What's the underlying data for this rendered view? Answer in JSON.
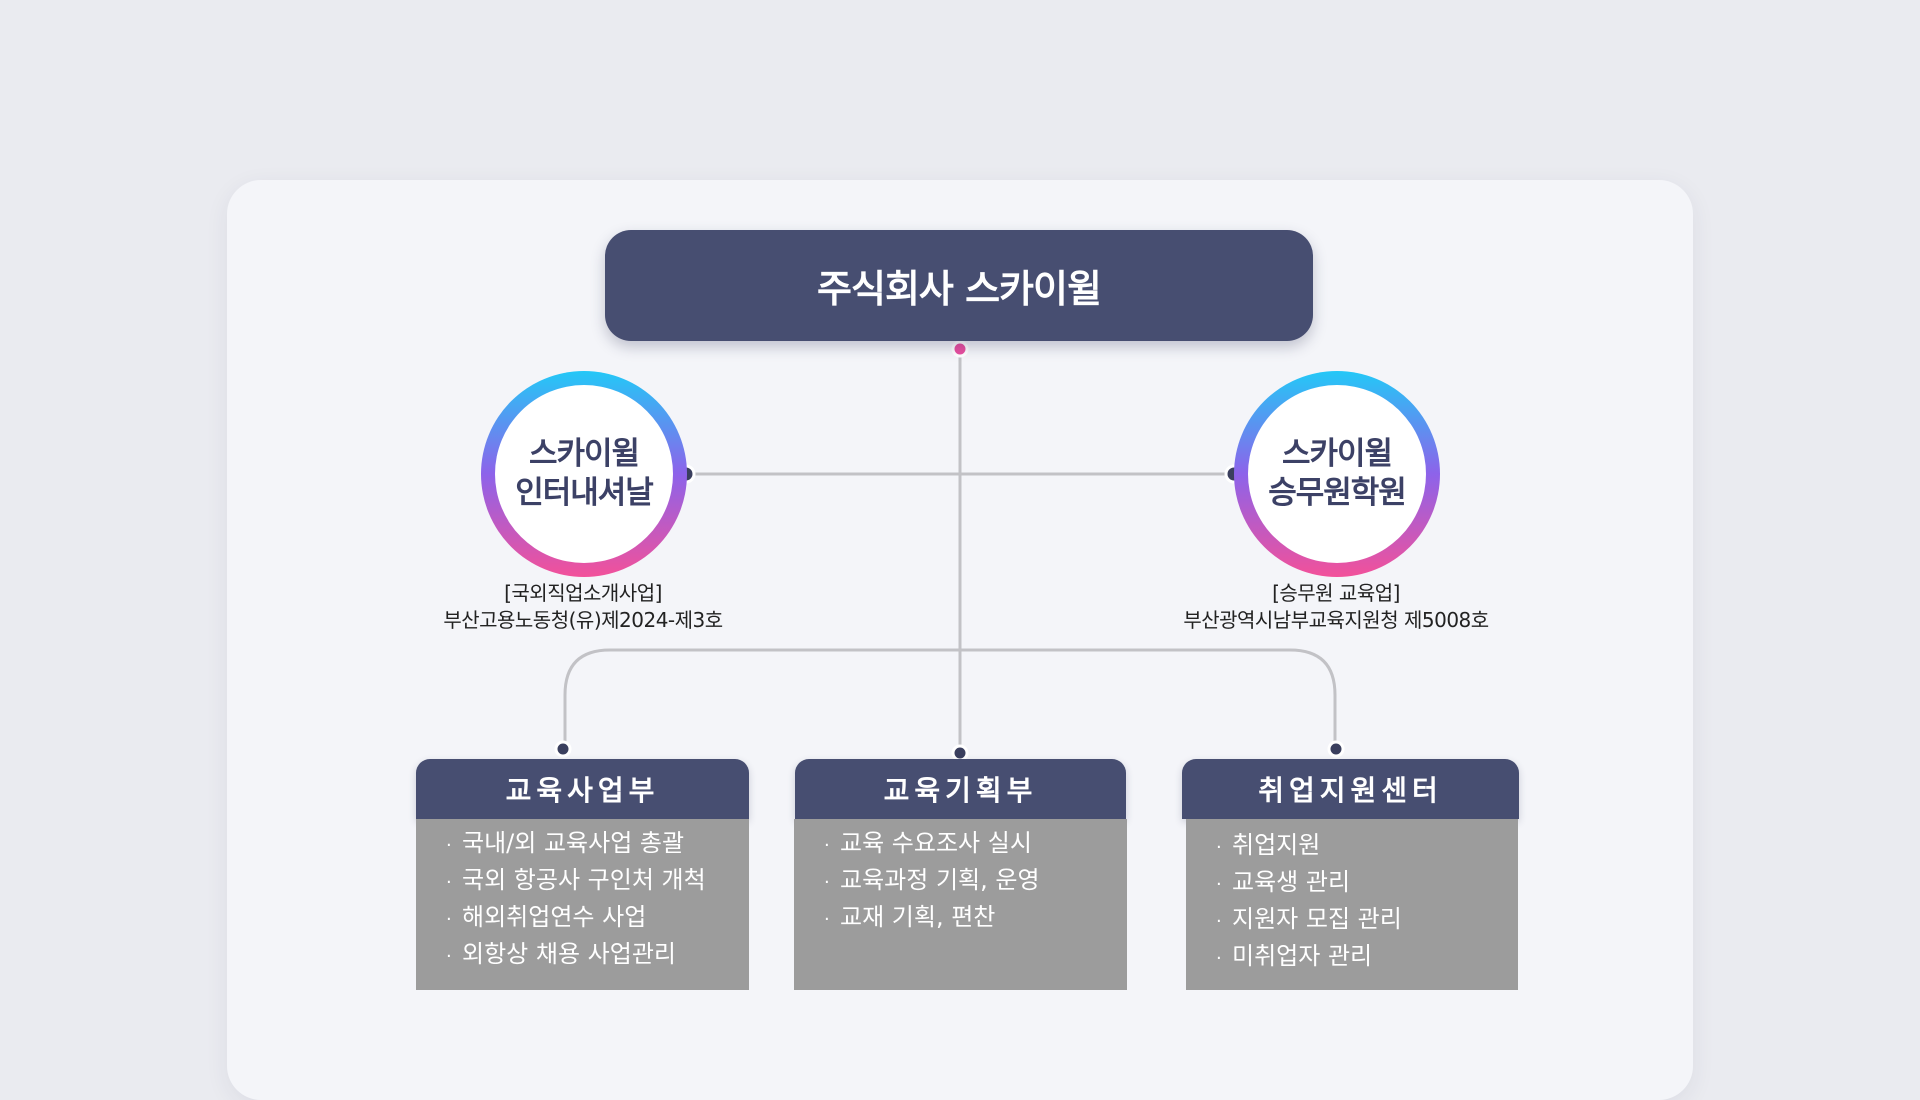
{
  "top": {
    "title": "주식회사 스카이윌"
  },
  "left_org": {
    "line1": "스카이윌",
    "line2": "인터내셔날",
    "caption1": "[국외직업소개사업]",
    "caption2": "부산고용노동청(유)제2024-제3호"
  },
  "right_org": {
    "line1": "스카이윌",
    "line2": "승무원학원",
    "caption1": "[승무원 교육업]",
    "caption2": "부산광역시남부교육지원청 제5008호"
  },
  "departments": [
    {
      "title": "교육사업부",
      "items": [
        "국내/외 교육사업 총괄",
        "국외 항공사 구인처 개척",
        "해외취업연수 사업",
        "외항상 채용 사업관리"
      ]
    },
    {
      "title": "교육기획부",
      "items": [
        "교육 수요조사 실시",
        "교육과정 기획, 운영",
        "교재 기획, 편찬"
      ]
    },
    {
      "title": "취업지원센터",
      "items": [
        "취업지원",
        "교육생 관리",
        "지원자 모집 관리",
        "미취업자 관리"
      ]
    }
  ],
  "bullet": "·",
  "colors": {
    "header_navy": "#474e71",
    "connector_grey": "#c2c2c6",
    "dot_pink": "#e94fa0",
    "dot_navy": "#3a3f5e",
    "body_grey": "#9c9c9c"
  }
}
